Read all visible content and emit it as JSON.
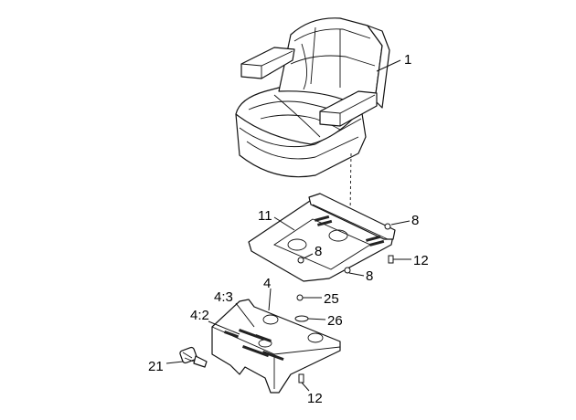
{
  "callouts": {
    "c1": "1",
    "c11": "11",
    "c8a": "8",
    "c8b": "8",
    "c8c": "8",
    "c12a": "12",
    "c12b": "12",
    "c4": "4",
    "c43": "4:3",
    "c42": "4:2",
    "c25": "25",
    "c26": "26",
    "c21": "21"
  }
}
